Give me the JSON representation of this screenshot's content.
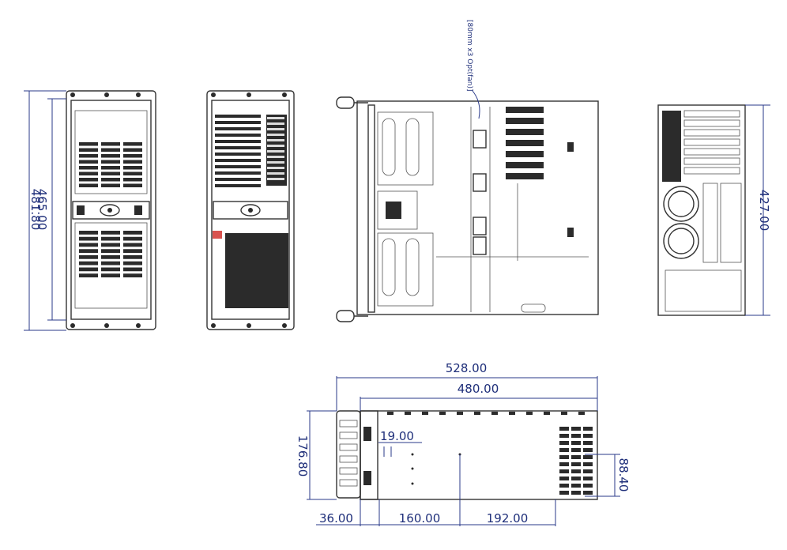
{
  "dimensions": {
    "front_width": "481.80",
    "front_inner_width": "465.00",
    "rear_width": "427.00",
    "length_overall": "528.00",
    "length_body": "480.00",
    "height": "176.80",
    "offset_19": "19.00",
    "offset_36": "36.00",
    "offset_160": "160.00",
    "offset_192": "192.00",
    "vent_88": "88.40"
  },
  "callouts": {
    "fan_note": "[80mm x3 Opt(fan)]"
  },
  "colors": {
    "dimension": "#1f2f7a",
    "outline": "#333333",
    "fill_dark": "#2b2b2b",
    "accent_red": "#d9534f"
  }
}
